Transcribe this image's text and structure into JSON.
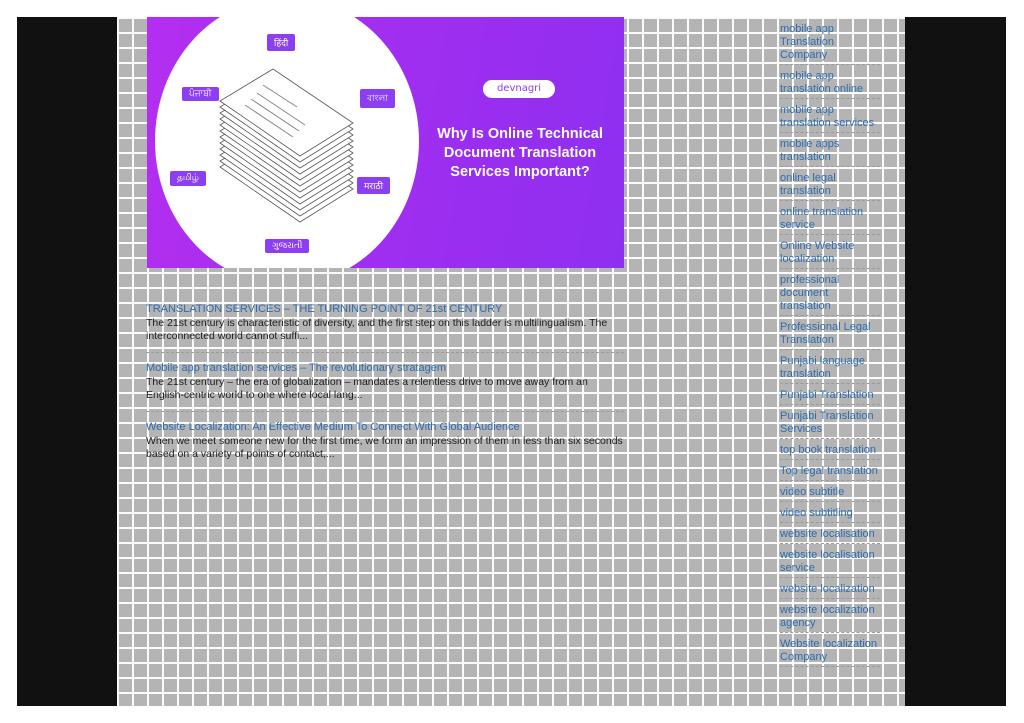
{
  "hero": {
    "brand": "devnagri",
    "title": "Why Is Online Technical Document Translation Services Important?",
    "languages": [
      "हिंदी",
      "ਪੰਜਾਬੀ",
      "বাংলা",
      "தமிழ்",
      "मराठी",
      "ગુજરાતી"
    ]
  },
  "posts": [
    {
      "title": "TRANSLATION SERVICES – THE TURNING POINT OF 21st CENTURY",
      "snippet": "The 21st century is characteristic of diversity, and the first step on this ladder is multilingualism. The interconnected world cannot suffi..."
    },
    {
      "title": "Mobile app translation services – The revolutionary stratagem",
      "snippet": "The 21st century – the era of globalization – mandates a relentless drive to move away from an English-centric world to one where local lang..."
    },
    {
      "title": "Website Localization: An Effective Medium To Connect With Global Audience",
      "snippet": "When we meet someone new for the first time, we form an impression of them in less than six seconds based on a variety of points of contact,..."
    }
  ],
  "sidebar": {
    "labels": [
      "mobile app Translation Company",
      "mobile app translation online",
      "mobile app translation services",
      "mobile apps translation",
      "online legal translation",
      "online translation service",
      "Online Website localization",
      "professional document translation",
      "Professional Legal Translation",
      "Punjabi language translation",
      "Punjabi Translation",
      "Punjabi Translation Services",
      "top book translation",
      "Top legal translation",
      "video subtitle",
      "video subtitling",
      "website localisation",
      "website localisation service",
      "website localization",
      "website localization agency",
      "Website localization Company"
    ]
  },
  "colors": {
    "link": "#2f6cb0",
    "hero_purple": "#a22ef0",
    "badge_purple": "#8b3ff1",
    "frame": "#111111"
  }
}
